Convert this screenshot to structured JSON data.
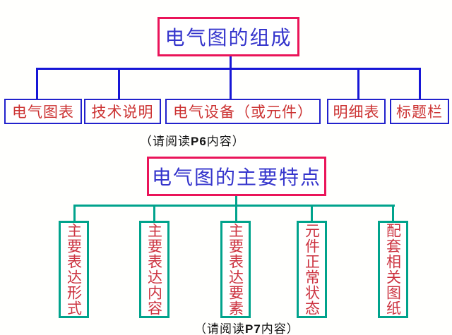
{
  "colors": {
    "title_border": "#ea1459",
    "title_text": "#3535cc",
    "top_connector": "#1717d6",
    "top_box_border": "#2222cc",
    "top_box_text": "#cc3333",
    "bottom_connector": "#00a38c",
    "bottom_box_text": "#cc3340",
    "caption_text": "#141414"
  },
  "section_composition": {
    "title": "电气图的组成",
    "items": [
      "电气图表",
      "技术说明",
      "电气设备（或元件）",
      "明细表",
      "标题栏"
    ],
    "caption": {
      "prefix": "（请阅读",
      "page": "P6",
      "suffix": "内容）"
    }
  },
  "section_features": {
    "title": "电气图的主要特点",
    "items": [
      "主要表达形式",
      "主要表达内容",
      "主要表达要素",
      "元件正常状态",
      "配套相关图纸"
    ],
    "caption": {
      "prefix": "（请阅读",
      "page": "P7",
      "suffix": "内容）"
    }
  }
}
